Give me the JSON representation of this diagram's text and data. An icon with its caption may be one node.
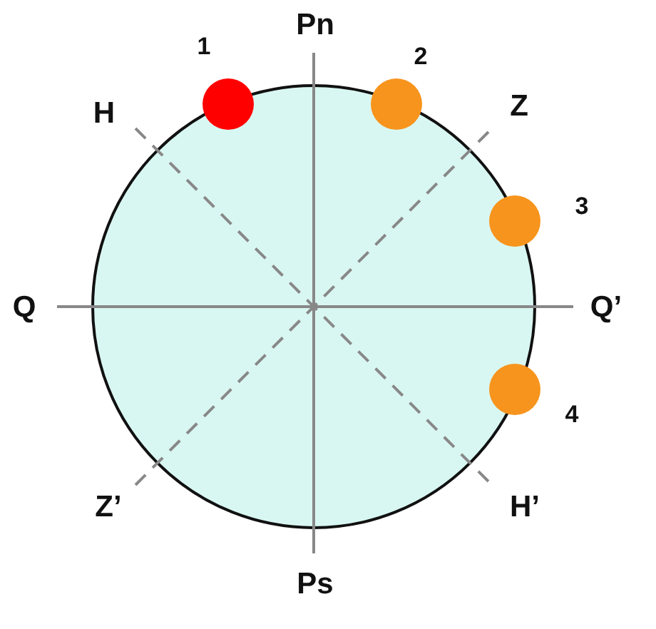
{
  "diagram": {
    "nodes": [
      {
        "text": [],
        "shape": "circle",
        "beside": [
          "1"
        ]
      },
      {
        "text": [],
        "shape": "circle",
        "beside": [
          "2"
        ]
      },
      {
        "text": [],
        "shape": "circle",
        "beside": [
          "3"
        ]
      },
      {
        "text": [],
        "shape": "circle",
        "beside": [
          "4"
        ]
      }
    ],
    "edges": [],
    "labels": [
      "Pn",
      "H",
      "Z",
      "Q",
      "Q’",
      "Z’",
      "H’",
      "Ps"
    ]
  }
}
